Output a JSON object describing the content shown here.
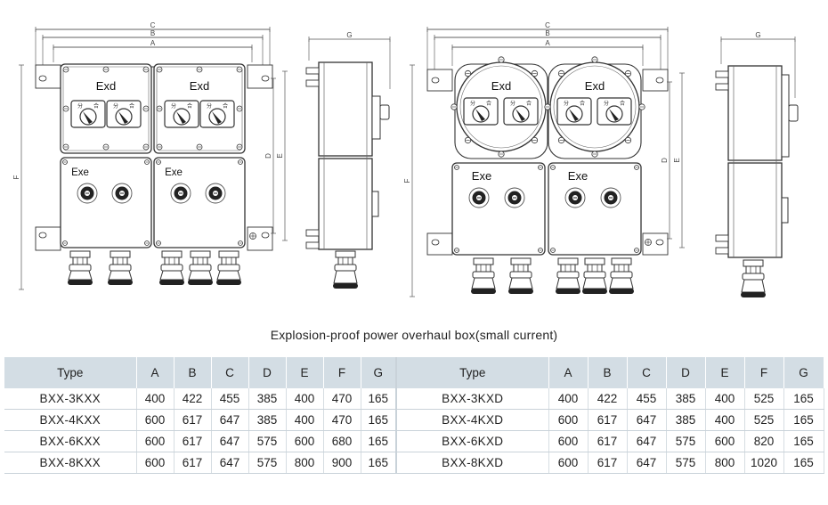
{
  "drawing": {
    "dimension_labels": {
      "a": "A",
      "b": "B",
      "c": "C",
      "d": "D",
      "e": "E",
      "f": "F",
      "g": "G"
    },
    "flameproof_label": "Exd",
    "increased_safety_label": "Exe",
    "switch_marks": {
      "off": "分",
      "on": "合"
    }
  },
  "caption": "Explosion-proof power overhaul box(small current)",
  "table": {
    "columns": [
      "Type",
      "A",
      "B",
      "C",
      "D",
      "E",
      "F",
      "G",
      "Type",
      "A",
      "B",
      "C",
      "D",
      "E",
      "F",
      "G"
    ],
    "rows": [
      [
        "BXX-3KXX",
        "400",
        "422",
        "455",
        "385",
        "400",
        "470",
        "165",
        "BXX-3KXD",
        "400",
        "422",
        "455",
        "385",
        "400",
        "525",
        "165"
      ],
      [
        "BXX-4KXX",
        "600",
        "617",
        "647",
        "385",
        "400",
        "470",
        "165",
        "BXX-4KXD",
        "600",
        "617",
        "647",
        "385",
        "400",
        "525",
        "165"
      ],
      [
        "BXX-6KXX",
        "600",
        "617",
        "647",
        "575",
        "600",
        "680",
        "165",
        "BXX-6KXD",
        "600",
        "617",
        "647",
        "575",
        "600",
        "820",
        "165"
      ],
      [
        "BXX-8KXX",
        "600",
        "617",
        "647",
        "575",
        "800",
        "900",
        "165",
        "BXX-8KXD",
        "600",
        "617",
        "647",
        "575",
        "800",
        "1020",
        "165"
      ]
    ]
  }
}
